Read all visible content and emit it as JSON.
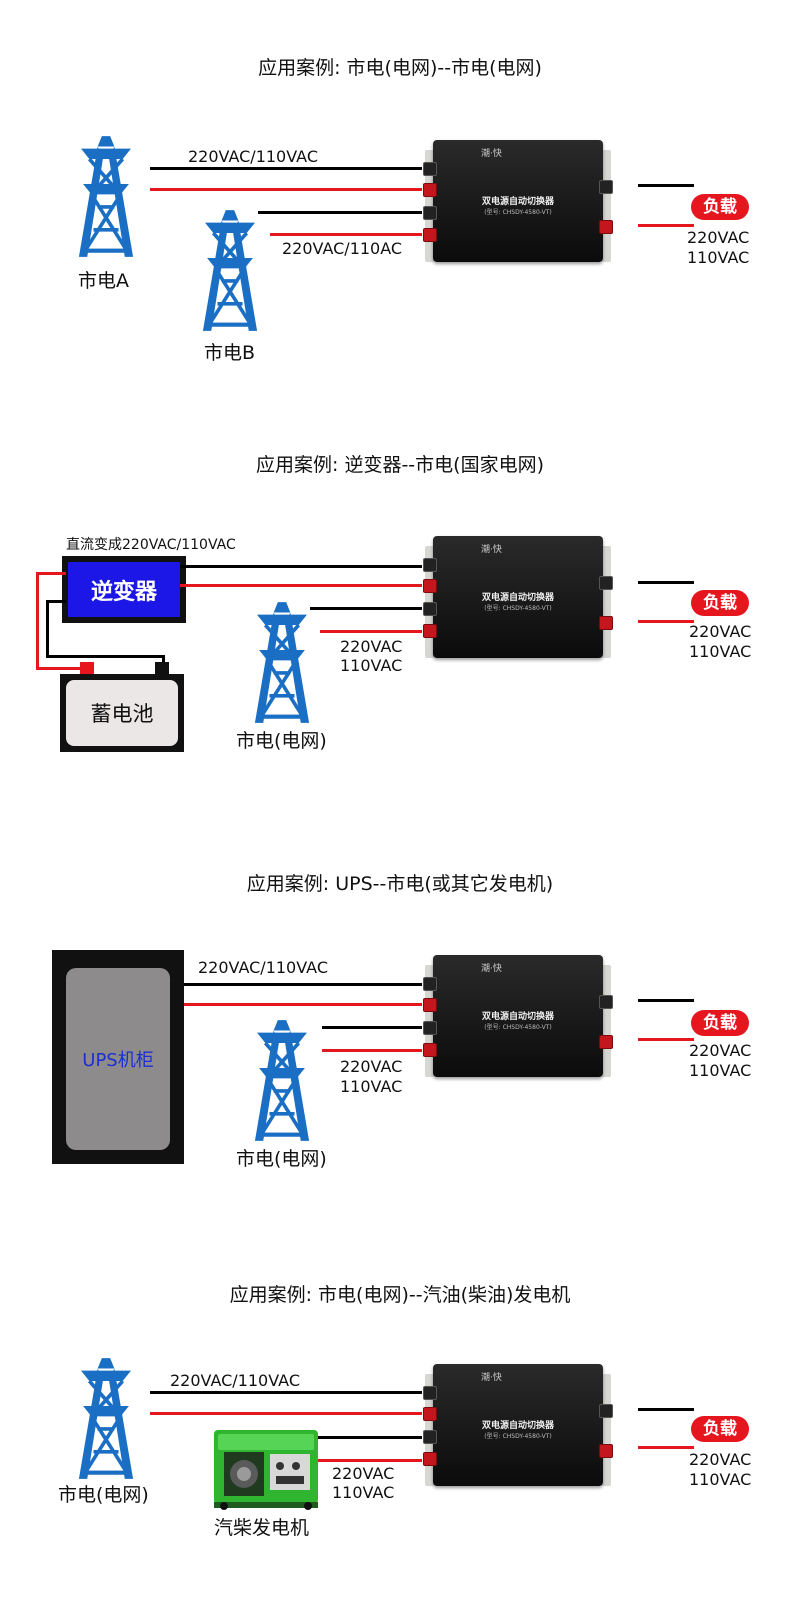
{
  "panels": [
    {
      "title": "应用案例: 市电(电网)--市电(电网)",
      "source1_label": "市电A",
      "source1_voltage": "220VAC/110VAC",
      "source2_label": "市电B",
      "source2_voltage": "220VAC/110AC",
      "load_label": "负载",
      "load_v1": "220VAC",
      "load_v2": "110VAC"
    },
    {
      "title": "应用案例: 逆变器--市电(国家电网)",
      "dc_note": "直流变成220VAC/110VAC",
      "inverter_label": "逆变器",
      "battery_label": "蓄电池",
      "source2_label": "市电(电网)",
      "source2_v1": "220VAC",
      "source2_v2": "110VAC",
      "load_label": "负载",
      "load_v1": "220VAC",
      "load_v2": "110VAC"
    },
    {
      "title": "应用案例: UPS--市电(或其它发电机)",
      "source1_voltage": "220VAC/110VAC",
      "ups_label": "UPS机柜",
      "source2_label": "市电(电网)",
      "source2_v1": "220VAC",
      "source2_v2": "110VAC",
      "load_label": "负载",
      "load_v1": "220VAC",
      "load_v2": "110VAC"
    },
    {
      "title": "应用案例: 市电(电网)--汽油(柴油)发电机",
      "source1_label": "市电(电网)",
      "source1_voltage": "220VAC/110VAC",
      "generator_label": "汽柴发电机",
      "source2_v1": "220VAC",
      "source2_v2": "110VAC",
      "load_label": "负载",
      "load_v1": "220VAC",
      "load_v2": "110VAC"
    }
  ],
  "device": {
    "name": "双电源自动切换器",
    "model": "(型号: CHSDY-4580-VT)",
    "brand": "潮·快"
  },
  "colors": {
    "tower": "#1a6fc4",
    "live_wire": "#e5161e",
    "neutral_wire": "#000000",
    "inverter": "#1c17e6"
  }
}
